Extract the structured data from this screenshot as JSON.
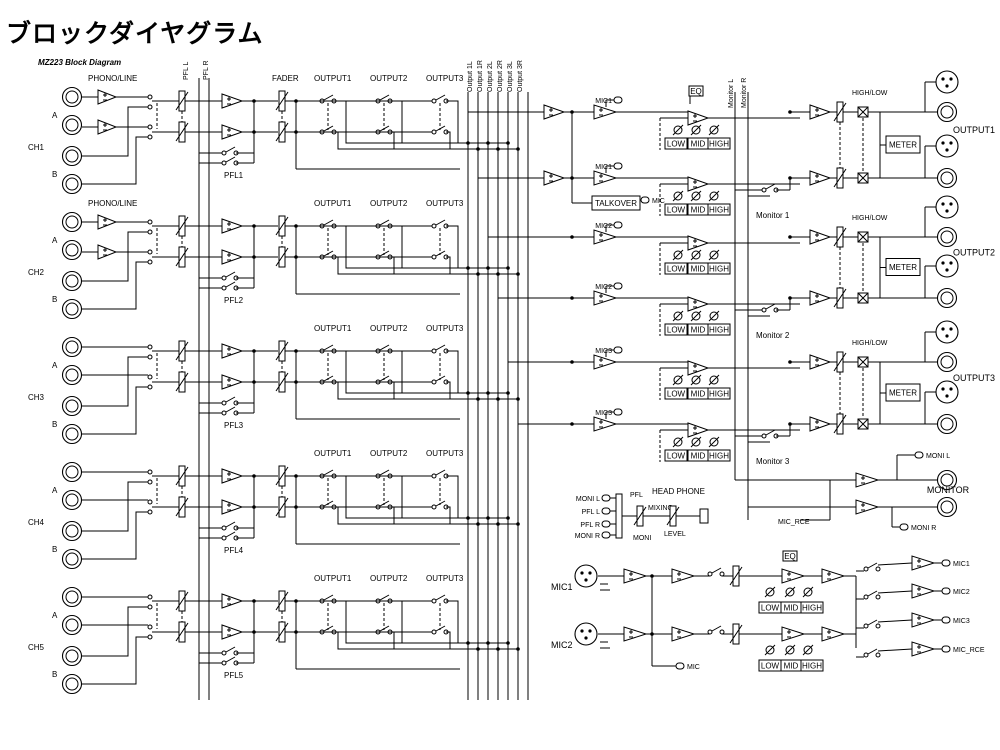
{
  "page": {
    "title": "ブロックダイヤグラム",
    "diagram_title": "MZ223 Block Diagram"
  },
  "labels": {
    "phono_line": "PHONO/LINE",
    "input_a": "A",
    "input_b": "B",
    "fader": "FADER",
    "output1": "OUTPUT1",
    "output2": "OUTPUT2",
    "output3": "OUTPUT3",
    "pfl_l": "PFL L",
    "pfl_r": "PFL R",
    "bus_output_1l": "Output 1L",
    "bus_output_1r": "Output 1R",
    "bus_output_2l": "Output 2L",
    "bus_output_2r": "Output 2R",
    "bus_output_3l": "Output 3L",
    "bus_output_3r": "Output 3R",
    "bus_monitor_l": "Monitor L",
    "bus_monitor_r": "Monitor R",
    "eq": "EQ",
    "low": "LOW",
    "mid": "MID",
    "high": "HIGH",
    "high_low": "HIGH/LOW",
    "meter": "METER",
    "talkover": "TALKOVER",
    "mic": "MIC",
    "mic1": "MIC1",
    "mic2": "MIC2",
    "mic3": "MIC3",
    "mic_rce": "MIC_RCE",
    "moni_l": "MONI L",
    "moni_r": "MONI R",
    "monitor": "MONITOR",
    "head_phone": "HEAD PHONE",
    "pfl": "PFL",
    "mixing": "MIXING",
    "level": "LEVEL",
    "moni": "MONI"
  },
  "channels": [
    {
      "name": "CH1",
      "pfl": "PFL1",
      "phono": true
    },
    {
      "name": "CH2",
      "pfl": "PFL2",
      "phono": true
    },
    {
      "name": "CH3",
      "pfl": "PFL3",
      "phono": false
    },
    {
      "name": "CH4",
      "pfl": "PFL4",
      "phono": false
    },
    {
      "name": "CH5",
      "pfl": "PFL5",
      "phono": false
    }
  ],
  "outputs": [
    {
      "name": "OUTPUT1",
      "monitor": "Monitor 1",
      "mic_top": "MIC1",
      "mic_bottom": "MIC1",
      "talkover": true
    },
    {
      "name": "OUTPUT2",
      "monitor": "Monitor 2",
      "mic_top": "MIC2",
      "mic_bottom": "MIC2",
      "talkover": false
    },
    {
      "name": "OUTPUT3",
      "monitor": "Monitor 3",
      "mic_top": "MIC3",
      "mic_bottom": "MIC3",
      "talkover": false
    }
  ],
  "mic_section": {
    "inputs": [
      "MIC1",
      "MIC2"
    ],
    "sends": [
      "MIC1",
      "MIC2",
      "MIC3",
      "MIC_RCE"
    ],
    "mic_tap": "MIC"
  },
  "headphone": {
    "inputs": [
      "MONI L",
      "PFL L",
      "PFL R",
      "MONI R"
    ]
  }
}
